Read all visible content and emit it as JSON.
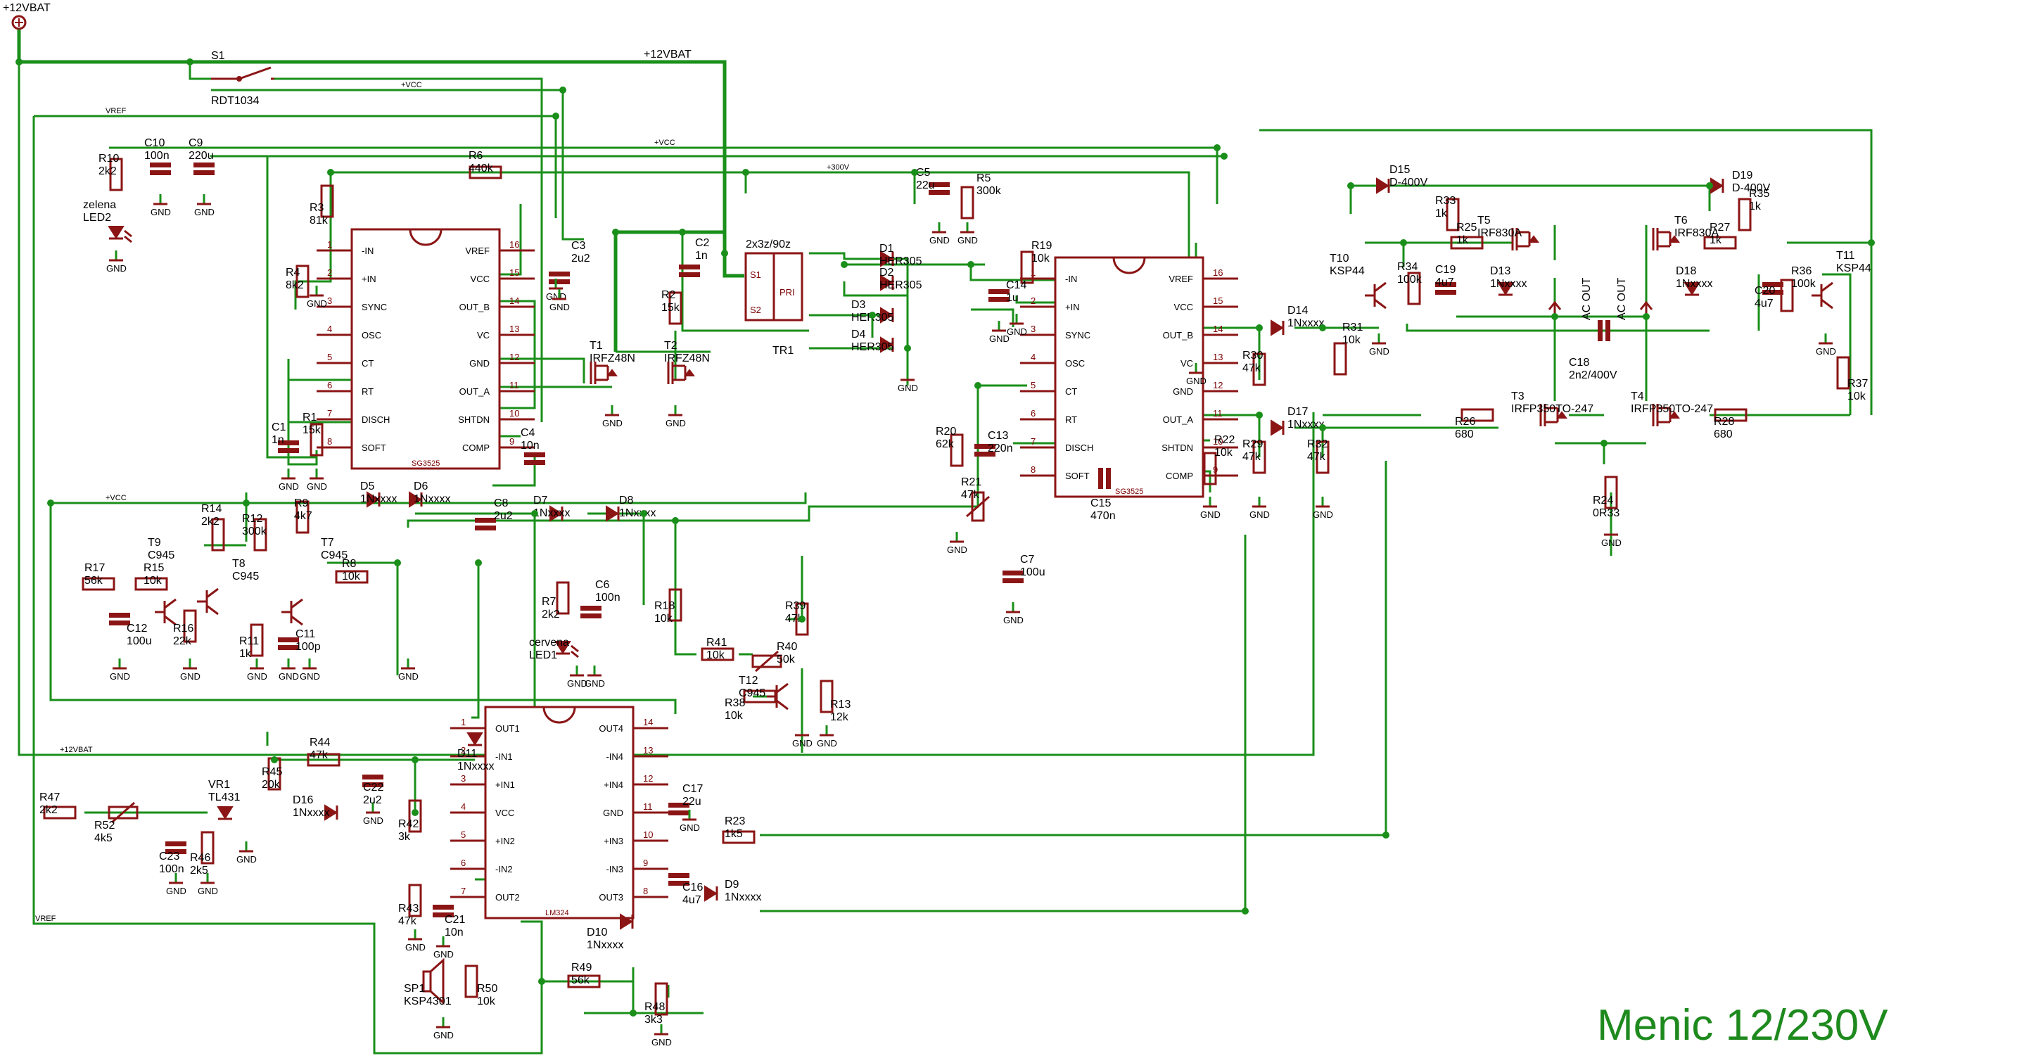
{
  "title": "Menic 12/230V",
  "power_label": "+12VBAT",
  "nets": {
    "vcc": "+VCC",
    "vref": "VREF",
    "hv": "+300V",
    "vbat": "+12VBAT",
    "gnd": "GND"
  },
  "switch": {
    "ref": "S1",
    "value": "RDT1034"
  },
  "transformer": {
    "ref": "TR1",
    "value": "2x3z/90z",
    "pins": [
      "S1",
      "S2",
      "PRI"
    ]
  },
  "ic_sg1": {
    "name": "SG3525",
    "left": [
      [
        "1",
        "-IN"
      ],
      [
        "2",
        "+IN"
      ],
      [
        "3",
        "SYNC"
      ],
      [
        "4",
        "OSC"
      ],
      [
        "5",
        "CT"
      ],
      [
        "6",
        "RT"
      ],
      [
        "7",
        "DISCH"
      ],
      [
        "8",
        "SOFT"
      ]
    ],
    "right": [
      [
        "16",
        "VREF"
      ],
      [
        "15",
        "VCC"
      ],
      [
        "14",
        "OUT_B"
      ],
      [
        "13",
        "VC"
      ],
      [
        "12",
        "GND"
      ],
      [
        "11",
        "OUT_A"
      ],
      [
        "10",
        "SHTDN"
      ],
      [
        "9",
        "COMP"
      ]
    ]
  },
  "ic_sg2": {
    "name": "SG3525",
    "left": [
      [
        "1",
        "-IN"
      ],
      [
        "2",
        "+IN"
      ],
      [
        "3",
        "SYNC"
      ],
      [
        "4",
        "OSC"
      ],
      [
        "5",
        "CT"
      ],
      [
        "6",
        "RT"
      ],
      [
        "7",
        "DISCH"
      ],
      [
        "8",
        "SOFT"
      ]
    ],
    "right": [
      [
        "16",
        "VREF"
      ],
      [
        "15",
        "VCC"
      ],
      [
        "14",
        "OUT_B"
      ],
      [
        "13",
        "VC"
      ],
      [
        "12",
        "GND"
      ],
      [
        "11",
        "OUT_A"
      ],
      [
        "10",
        "SHTDN"
      ],
      [
        "9",
        "COMP"
      ]
    ]
  },
  "ic_lm": {
    "name": "LM324",
    "left": [
      [
        "1",
        "OUT1"
      ],
      [
        "2",
        "-IN1"
      ],
      [
        "3",
        "+IN1"
      ],
      [
        "4",
        "VCC"
      ],
      [
        "5",
        "+IN2"
      ],
      [
        "6",
        "-IN2"
      ],
      [
        "7",
        "OUT2"
      ]
    ],
    "right": [
      [
        "14",
        "OUT4"
      ],
      [
        "13",
        "-IN4"
      ],
      [
        "12",
        "+IN4"
      ],
      [
        "11",
        "GND"
      ],
      [
        "10",
        "+IN3"
      ],
      [
        "9",
        "-IN3"
      ],
      [
        "8",
        "OUT3"
      ]
    ]
  },
  "ac_out": [
    "AC OUT",
    "AC OUT"
  ],
  "labels": [
    [
      "R10",
      "2k2"
    ],
    [
      "C10",
      "100n"
    ],
    [
      "C9",
      "220u"
    ],
    [
      "zelena",
      "LED2"
    ],
    [
      "R6",
      "440k"
    ],
    [
      "R3",
      "81k"
    ],
    [
      "R4",
      "8k2"
    ],
    [
      "C3",
      "2u2"
    ],
    [
      "C1",
      "1n"
    ],
    [
      "R1",
      "15k"
    ],
    [
      "C4",
      "10n"
    ],
    [
      "T1",
      "IRFZ48N"
    ],
    [
      "T2",
      "IRFZ48N"
    ],
    [
      "C2",
      "1n"
    ],
    [
      "R2",
      "15k"
    ],
    [
      "D1",
      "HER305"
    ],
    [
      "D2",
      "HER305"
    ],
    [
      "D3",
      "HER305"
    ],
    [
      "D4",
      "HER305"
    ],
    [
      "C5",
      "22u"
    ],
    [
      "R5",
      "300k"
    ],
    [
      "R19",
      "10k"
    ],
    [
      "C14",
      "1u"
    ],
    [
      "R20",
      "62k"
    ],
    [
      "C13",
      "220n"
    ],
    [
      "R21",
      "47k"
    ],
    [
      "C7",
      "100u"
    ],
    [
      "C15",
      "470n"
    ],
    [
      "R22",
      "10k"
    ],
    [
      "R30",
      "47k"
    ],
    [
      "R29",
      "47k"
    ],
    [
      "R32",
      "47k"
    ],
    [
      "D14",
      "1Nxxxx"
    ],
    [
      "D17",
      "1Nxxxx"
    ],
    [
      "T10",
      "KSP44"
    ],
    [
      "R31",
      "10k"
    ],
    [
      "D15",
      "D-400V"
    ],
    [
      "R33",
      "1k"
    ],
    [
      "R34",
      "100k"
    ],
    [
      "C19",
      "4u7"
    ],
    [
      "T5",
      "IRF830A"
    ],
    [
      "R25",
      "1k"
    ],
    [
      "D13",
      "1Nxxxx"
    ],
    [
      "C18",
      "2n2/400V"
    ],
    [
      "T3",
      "IRFP350TO-247"
    ],
    [
      "R26",
      "680"
    ],
    [
      "T4",
      "IRFP350TO-247"
    ],
    [
      "R28",
      "680"
    ],
    [
      "R24",
      "0R33"
    ],
    [
      "T6",
      "IRF830A"
    ],
    [
      "R27",
      "1k"
    ],
    [
      "D18",
      "1Nxxxx"
    ],
    [
      "D19",
      "D-400V"
    ],
    [
      "R35",
      "1k"
    ],
    [
      "C20",
      "4u7"
    ],
    [
      "R36",
      "100k"
    ],
    [
      "T11",
      "KSP44"
    ],
    [
      "R37",
      "10k"
    ],
    [
      "R9",
      "4k7"
    ],
    [
      "D5",
      "1Nxxxx"
    ],
    [
      "D6",
      "1Nxxxx"
    ],
    [
      "C8",
      "2u2"
    ],
    [
      "D7",
      "1Nxxxx"
    ],
    [
      "D8",
      "1Nxxxx"
    ],
    [
      "R14",
      "2k2"
    ],
    [
      "R12",
      "300k"
    ],
    [
      "T8",
      "C945"
    ],
    [
      "T7",
      "C945"
    ],
    [
      "T9",
      "C945"
    ],
    [
      "R17",
      "56k"
    ],
    [
      "R15",
      "10k"
    ],
    [
      "C12",
      "100u"
    ],
    [
      "R16",
      "22k"
    ],
    [
      "R11",
      "1k"
    ],
    [
      "C11",
      "100p"
    ],
    [
      "R8",
      "10k"
    ],
    [
      "R7",
      "2k2"
    ],
    [
      "C6",
      "100n"
    ],
    [
      "cervena",
      "LED1"
    ],
    [
      "R18",
      "10k"
    ],
    [
      "R39",
      "47k"
    ],
    [
      "R41",
      "10k"
    ],
    [
      "T12",
      "C945"
    ],
    [
      "R40",
      "50k"
    ],
    [
      "R38",
      "10k"
    ],
    [
      "R13",
      "12k"
    ],
    [
      "R47",
      "2k2"
    ],
    [
      "R52",
      "4k5"
    ],
    [
      "C23",
      "100n"
    ],
    [
      "R46",
      "2k5"
    ],
    [
      "VR1",
      "TL431"
    ],
    [
      "R45",
      "20k"
    ],
    [
      "R44",
      "47k"
    ],
    [
      "C22",
      "2u2"
    ],
    [
      "D16",
      "1Nxxxx"
    ],
    [
      "D11",
      "1Nxxxx"
    ],
    [
      "R42",
      "3k"
    ],
    [
      "R43",
      "47k"
    ],
    [
      "C21",
      "10n"
    ],
    [
      "SP1",
      "KSP4301"
    ],
    [
      "R50",
      "10k"
    ],
    [
      "C17",
      "22u"
    ],
    [
      "C16",
      "4u7"
    ],
    [
      "R23",
      "1k5"
    ],
    [
      "D9",
      "1Nxxxx"
    ],
    [
      "D10",
      "1Nxxxx"
    ],
    [
      "R49",
      "56k"
    ],
    [
      "R48",
      "3k3"
    ]
  ]
}
